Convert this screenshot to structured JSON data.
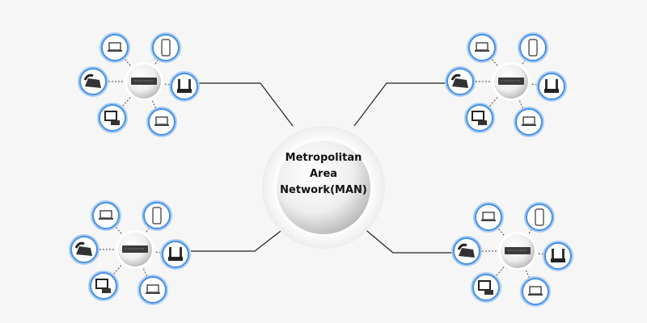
{
  "center": {
    "lines": [
      "Metropolitan",
      "Area",
      "Network(MAN)"
    ]
  },
  "colors": {
    "ring": "#4a90e2",
    "ring_light": "#a9cdf5",
    "line": "#222222",
    "background": "#f6f6f6"
  },
  "clusters": [
    {
      "name": "top-left-lan",
      "hub": "network-switch-icon",
      "devices": [
        "laptop-icon",
        "smartphone-icon",
        "desk-phone-icon",
        "router-icon",
        "desktop-computer-icon",
        "laptop-icon"
      ]
    },
    {
      "name": "top-right-lan",
      "hub": "network-switch-icon",
      "devices": [
        "laptop-icon",
        "smartphone-icon",
        "desk-phone-icon",
        "router-icon",
        "desktop-computer-icon",
        "laptop-icon"
      ]
    },
    {
      "name": "bottom-left-lan",
      "hub": "network-switch-icon",
      "devices": [
        "laptop-icon",
        "smartphone-icon",
        "desk-phone-icon",
        "router-icon",
        "desktop-computer-icon",
        "laptop-icon"
      ]
    },
    {
      "name": "bottom-right-lan",
      "hub": "network-switch-icon",
      "devices": [
        "laptop-icon",
        "smartphone-icon",
        "desk-phone-icon",
        "router-icon",
        "desktop-computer-icon",
        "laptop-icon"
      ]
    }
  ]
}
